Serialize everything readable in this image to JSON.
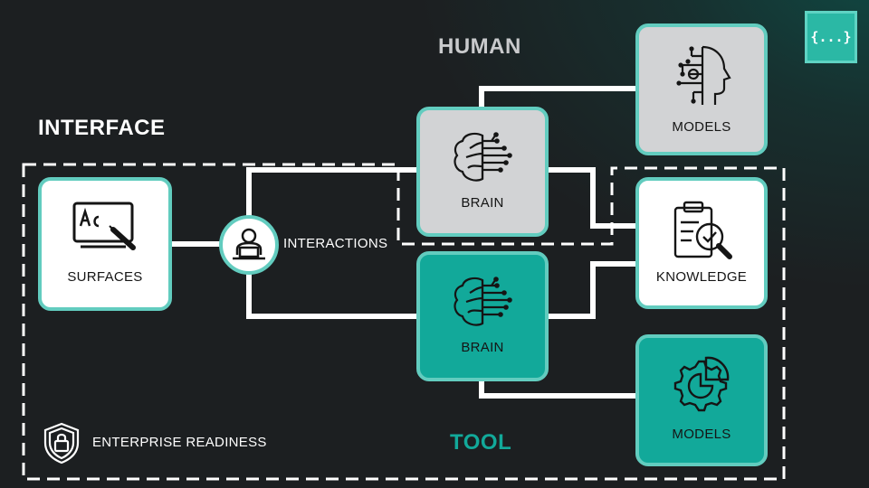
{
  "headings": {
    "human": "HUMAN",
    "interface": "INTERFACE",
    "tool": "TOOL"
  },
  "nodes": {
    "surfaces": "SURFACES",
    "interactions": "INTERACTIONS",
    "human_brain": "BRAIN",
    "tool_brain": "BRAIN",
    "human_models": "MODELS",
    "knowledge": "KNOWLEDGE",
    "tool_models": "MODELS"
  },
  "footer": {
    "enterprise_readiness": "ENTERPRISE READINESS"
  },
  "logo": {
    "text": "{...}"
  },
  "colors": {
    "background": "#1c1f21",
    "accent": "#12a99a",
    "border": "#62ccbf",
    "human_heading": "#c9cacc",
    "tool_heading": "#12a99a"
  },
  "icons": {
    "surfaces": "tablet-pen-icon",
    "interactions": "person-laptop-icon",
    "brain": "brain-circuit-icon",
    "human_models": "ai-head-icon",
    "knowledge": "clipboard-check-icon",
    "tool_models": "gear-chart-icon",
    "enterprise": "shield-lock-icon"
  }
}
